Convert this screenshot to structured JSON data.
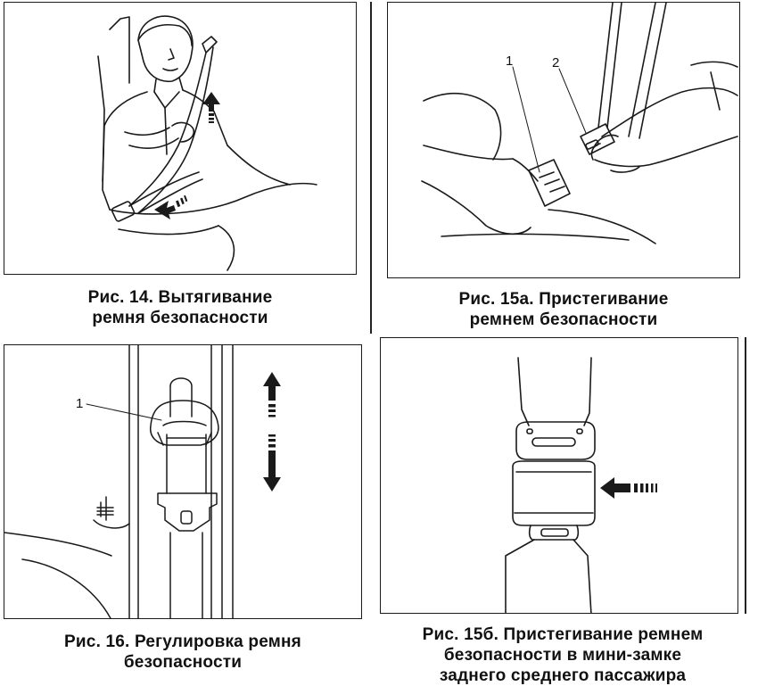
{
  "figures": [
    {
      "id": "fig14",
      "caption_line1": "Рис. 14. Вытягивание",
      "caption_line2": "ремня безопасности"
    },
    {
      "id": "fig15a",
      "caption_line1": "Рис. 15а. Пристегивание",
      "caption_line2": "ремнем безопасности",
      "callouts": [
        "1",
        "2"
      ]
    },
    {
      "id": "fig16",
      "caption_line1": "Рис. 16. Регулировка ремня",
      "caption_line2": "безопасности",
      "callouts": [
        "1"
      ]
    },
    {
      "id": "fig15b",
      "caption_line1": "Рис. 15б. Пристегивание ремнем",
      "caption_line2": "безопасности в мини-замке",
      "caption_line3": "заднего среднего пассажира"
    }
  ],
  "colors": {
    "line": "#1a1a1a",
    "background": "#ffffff"
  }
}
